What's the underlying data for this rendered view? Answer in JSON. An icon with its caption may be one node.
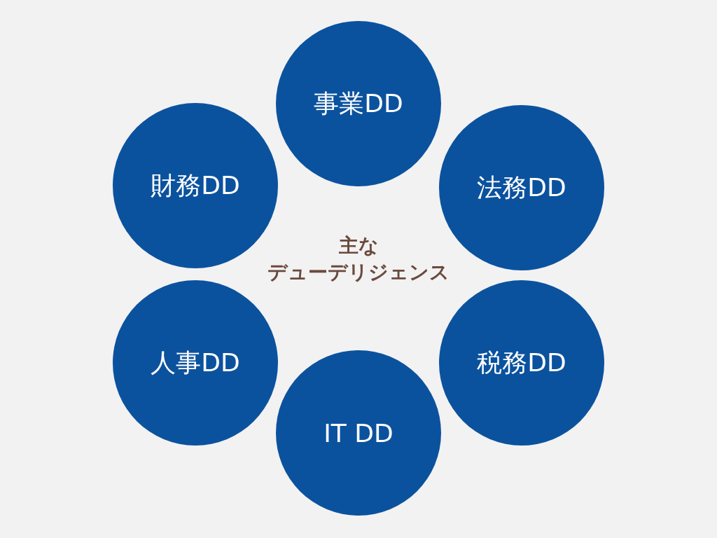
{
  "diagram": {
    "nodes": [
      {
        "text": [
          "事業DD"
        ]
      },
      {
        "text": [
          "法務DD"
        ]
      },
      {
        "text": [
          "税務DD"
        ]
      },
      {
        "text": [
          "IT DD"
        ]
      },
      {
        "text": [
          "人事DD"
        ]
      },
      {
        "text": [
          "財務DD"
        ]
      }
    ],
    "labels": [
      "主な",
      "デューデリジェンス"
    ]
  }
}
